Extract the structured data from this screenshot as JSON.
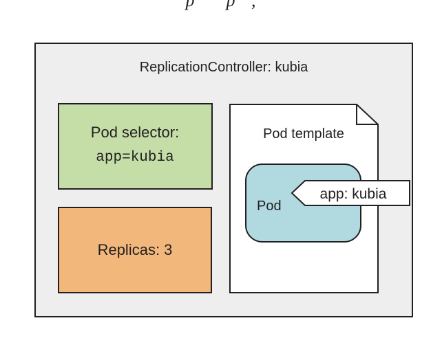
{
  "caption_fragment": "p      p   ,",
  "colors": {
    "outer_fill": "#eeeeee",
    "selector_fill": "#c5dea8",
    "replicas_fill": "#f2b77b",
    "template_fill": "#ffffff",
    "pod_fill": "#b0dae0",
    "label_fill": "#ffffff",
    "stroke": "#231f20"
  },
  "replication_controller": {
    "title": "ReplicationController: kubia",
    "pod_selector": {
      "label": "Pod selector:",
      "value": "app=kubia"
    },
    "replicas": {
      "label": "Replicas: 3",
      "count": 3
    },
    "pod_template": {
      "title": "Pod template",
      "pod": {
        "label": "Pod",
        "tag": "app: kubia"
      }
    }
  }
}
